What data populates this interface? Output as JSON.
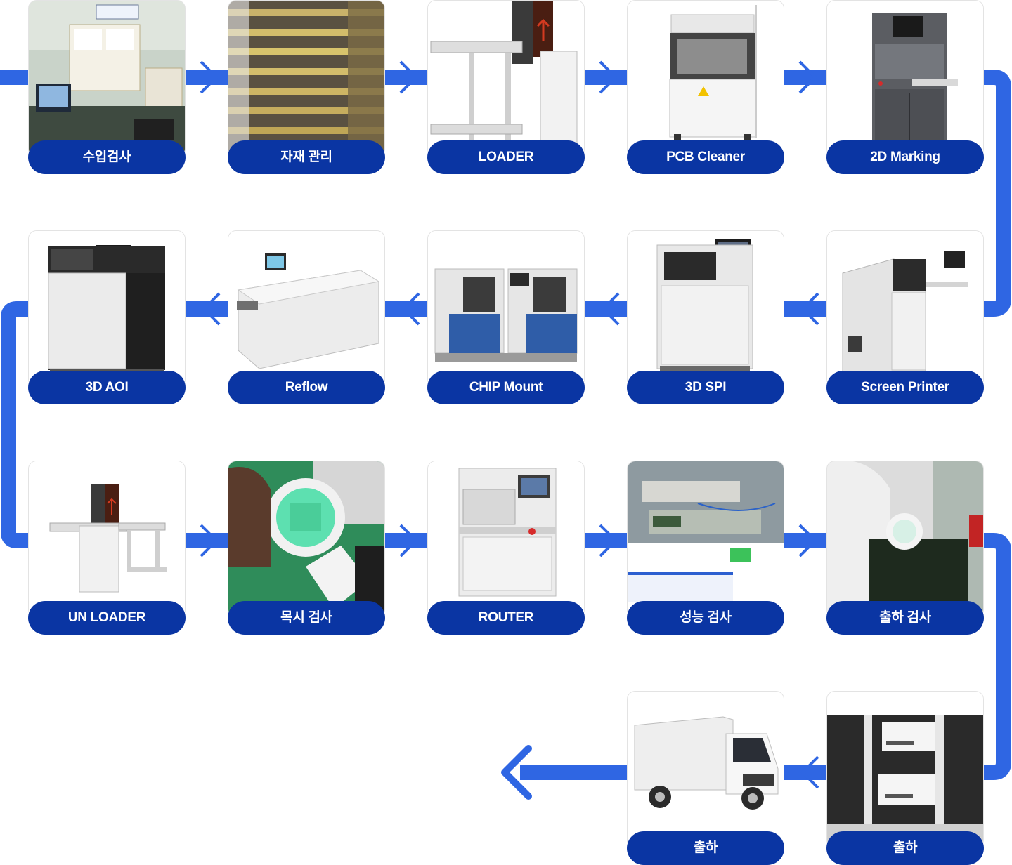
{
  "accent_color": "#2f66e3",
  "label_color": "#0a35a3",
  "steps": [
    {
      "label": "수입검사",
      "icon": "inspection-desk-photo"
    },
    {
      "label": "자재 관리",
      "icon": "material-shelves-photo"
    },
    {
      "label": "LOADER",
      "icon": "loader-machine-photo"
    },
    {
      "label": "PCB Cleaner",
      "icon": "pcb-cleaner-machine-photo"
    },
    {
      "label": "2D Marking",
      "icon": "laser-marking-machine-photo"
    },
    {
      "label": "Screen Printer",
      "icon": "screen-printer-machine-photo"
    },
    {
      "label": "3D SPI",
      "icon": "spi-inspection-machine-photo"
    },
    {
      "label": "CHIP Mount",
      "icon": "chip-mounter-machine-photo"
    },
    {
      "label": "Reflow",
      "icon": "reflow-oven-photo"
    },
    {
      "label": "3D AOI",
      "icon": "aoi-inspection-machine-photo"
    },
    {
      "label": "UN LOADER",
      "icon": "unloader-machine-photo"
    },
    {
      "label": "목시 검사",
      "icon": "visual-inspection-photo"
    },
    {
      "label": "ROUTER",
      "icon": "router-machine-photo"
    },
    {
      "label": "성능 검사",
      "icon": "performance-test-photo"
    },
    {
      "label": "출하 검사",
      "icon": "shipping-inspection-photo"
    },
    {
      "label": "출하",
      "icon": "packaged-products-photo"
    },
    {
      "label": "출하",
      "icon": "delivery-truck-photo"
    }
  ]
}
